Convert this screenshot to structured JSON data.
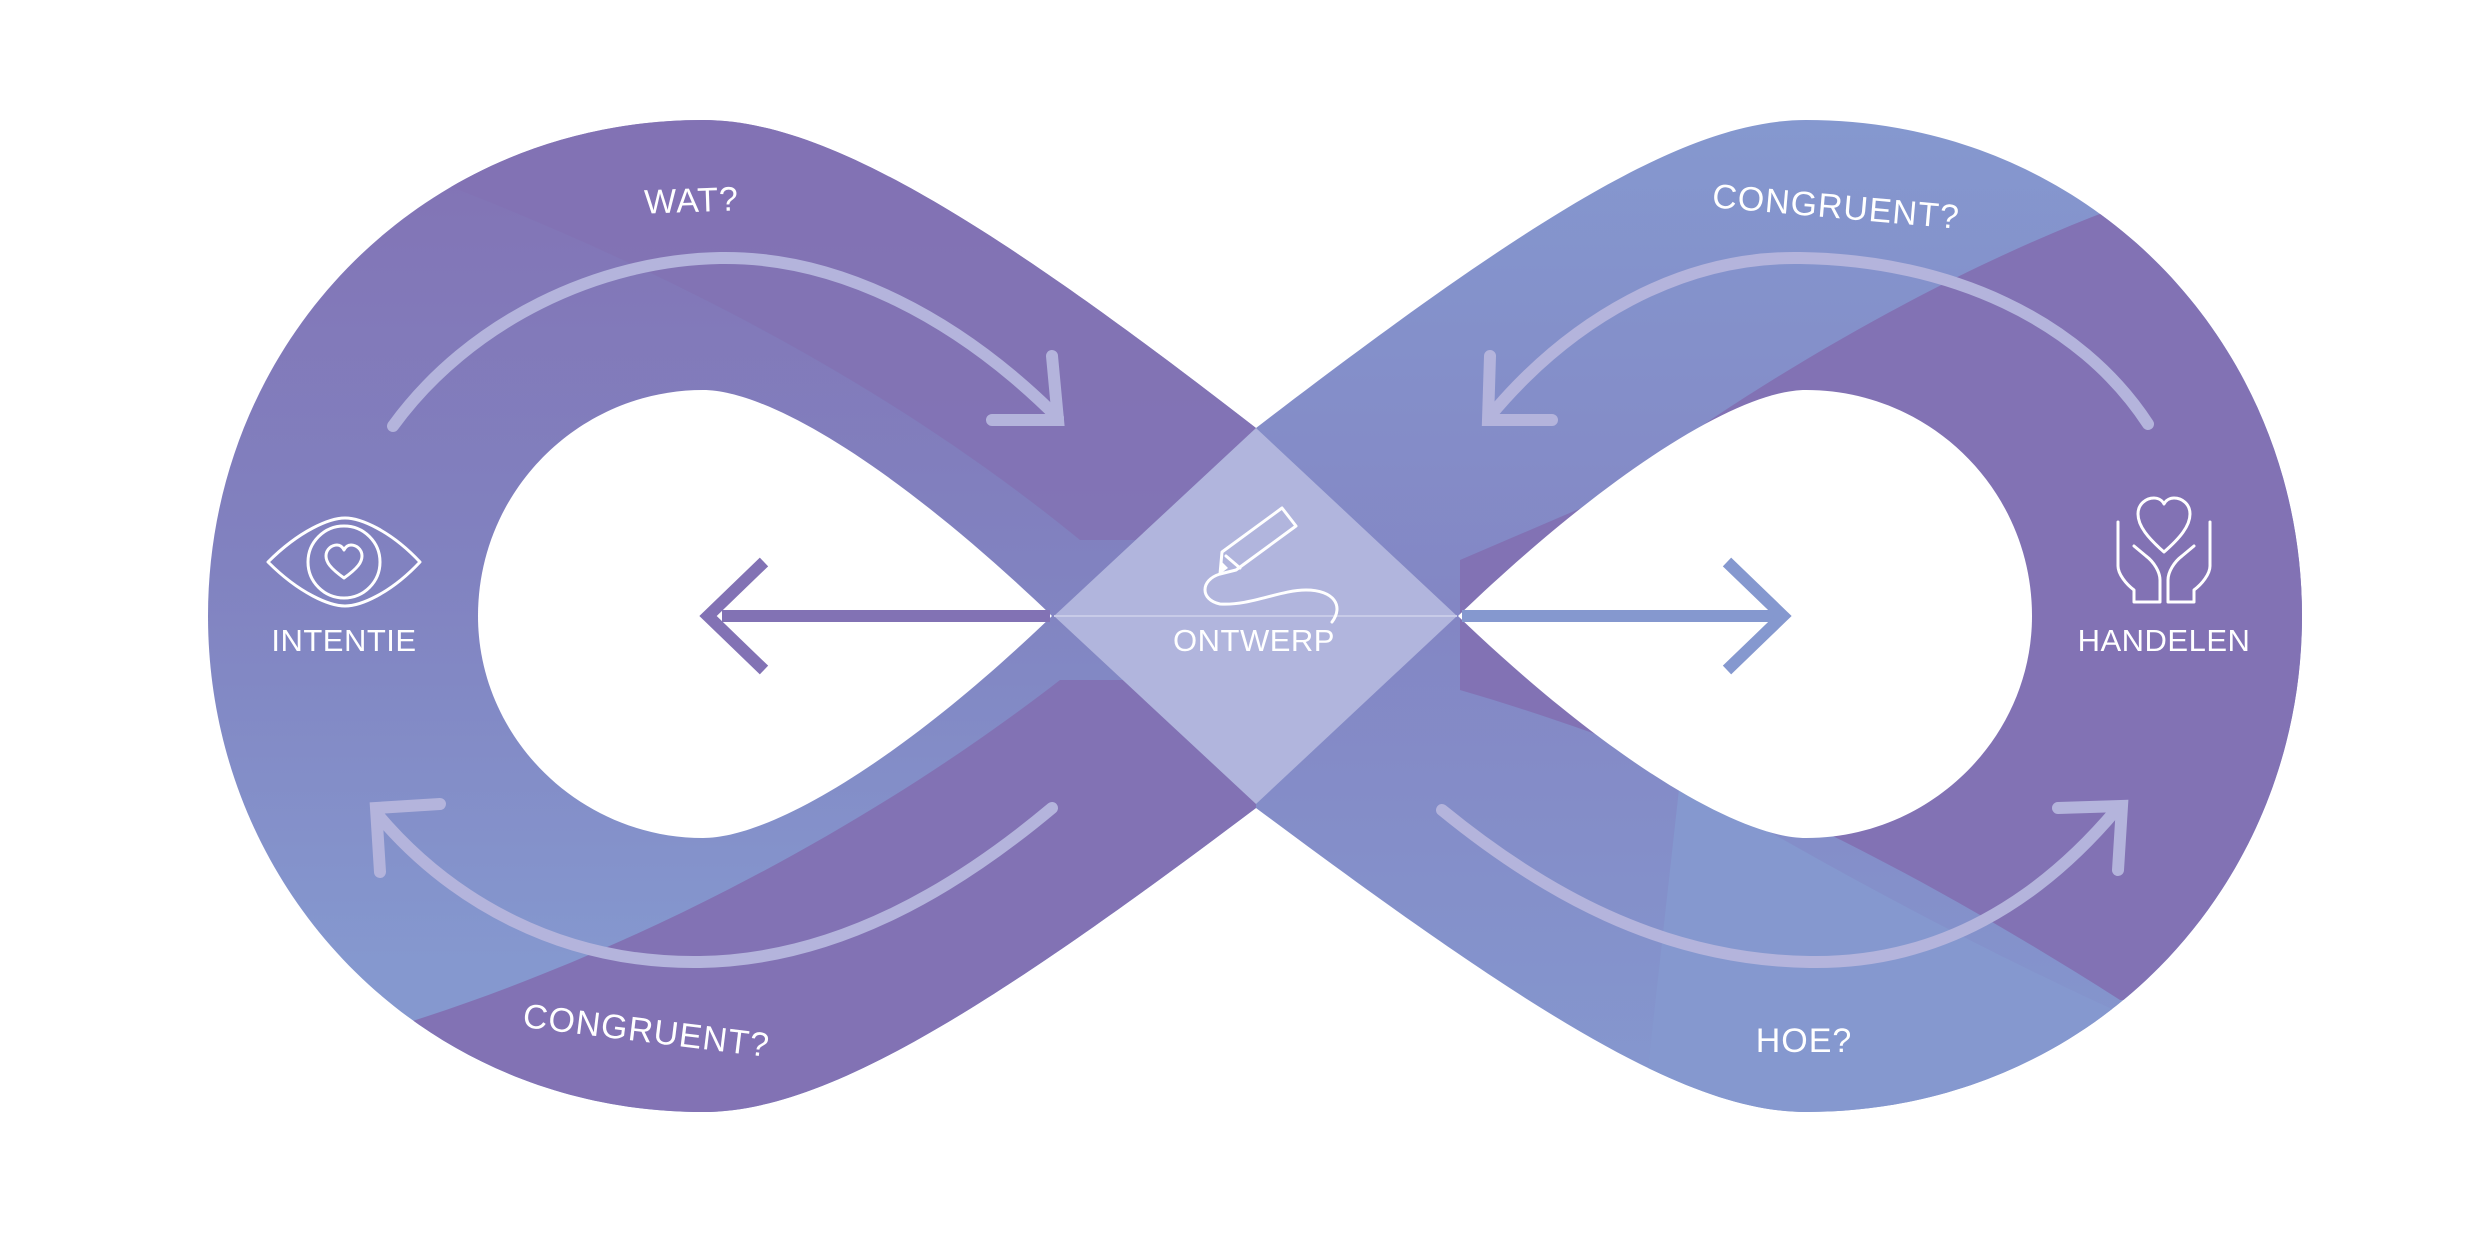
{
  "colors": {
    "purple": "#8272b4",
    "blue": "#8598cf",
    "center": "#b1b5dd",
    "arrow_light": "#b4b4dc",
    "background": "#ffffff"
  },
  "icons": {
    "left": "eye-heart-icon",
    "center": "pen-draw-icon",
    "right": "hands-heart-icon"
  },
  "labels": {
    "left": "INTENTIE",
    "center": "ONTWERP",
    "right": "HANDELEN"
  },
  "questions": {
    "top_left": "WAT?",
    "bottom_left": "CONGRUENT?",
    "top_right": "CONGRUENT?",
    "bottom_right": "HOE?"
  }
}
